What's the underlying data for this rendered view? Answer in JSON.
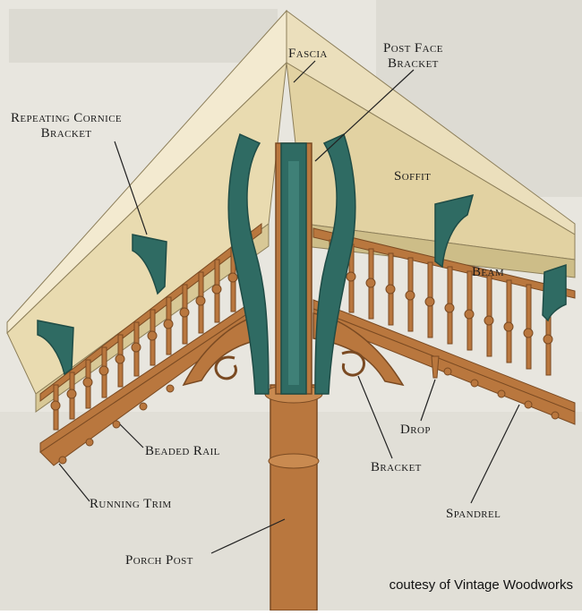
{
  "labels": {
    "fascia": "Fascia",
    "post_face_bracket": "Post Face\nBracket",
    "repeating_cornice_bracket": "Repeating Cornice\nBracket",
    "soffit": "Soffit",
    "beam": "Beam",
    "drop": "Drop",
    "beaded_rail": "Beaded Rail",
    "bracket": "Bracket",
    "running_trim": "Running Trim",
    "spandrel": "Spandrel",
    "porch_post": "Porch Post"
  },
  "credit": "coutesy of Vintage Woodworks",
  "colors": {
    "background_paper": "#e8e6df",
    "roof_cream": "#efe4c2",
    "roof_shadow": "#dccfa6",
    "wood_brown": "#b9773e",
    "wood_dark": "#7a4a22",
    "bracket_green": "#2f6b63",
    "bracket_green_dark": "#1f4c46",
    "leader_line": "#222222"
  }
}
